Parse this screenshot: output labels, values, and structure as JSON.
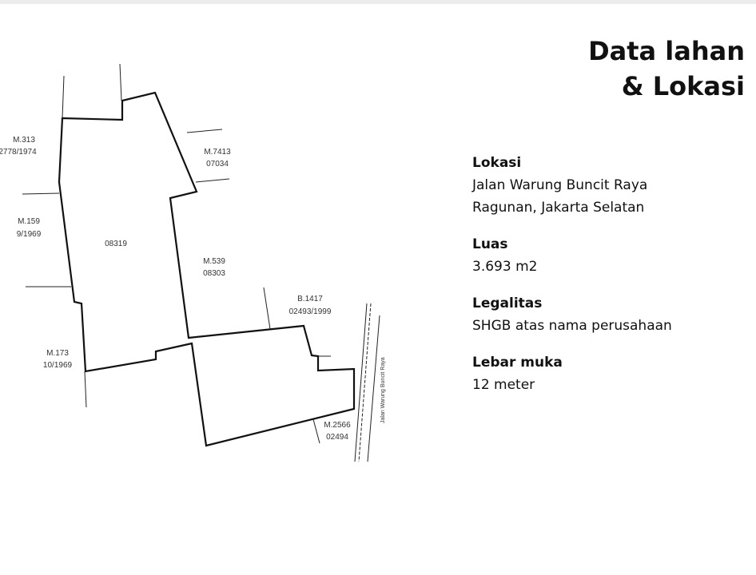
{
  "title": {
    "line1": "Data lahan",
    "line2": "& Lokasi"
  },
  "info": [
    {
      "heading": "Lokasi",
      "lines": [
        "Jalan Warung Buncit Raya",
        "Ragunan, Jakarta Selatan"
      ]
    },
    {
      "heading": "Luas",
      "lines": [
        "3.693 m2"
      ]
    },
    {
      "heading": "Legalitas",
      "lines": [
        "SHGB atas nama perusahaan"
      ]
    },
    {
      "heading": "Lebar muka",
      "lines": [
        "12 meter"
      ]
    }
  ],
  "map": {
    "parcel_main": "08319",
    "neighbors": [
      {
        "a": "M.313",
        "b": "2778/1974"
      },
      {
        "a": "M.7413",
        "b": "07034"
      },
      {
        "a": "M.159",
        "b": "9/1969"
      },
      {
        "a": "M.539",
        "b": "08303"
      },
      {
        "a": "B.1417",
        "b": "02493/1999"
      },
      {
        "a": "M.173",
        "b": "10/1969"
      },
      {
        "a": "M.2566",
        "b": "02494"
      }
    ],
    "road": "Jalan Warung Buncit Raya"
  }
}
